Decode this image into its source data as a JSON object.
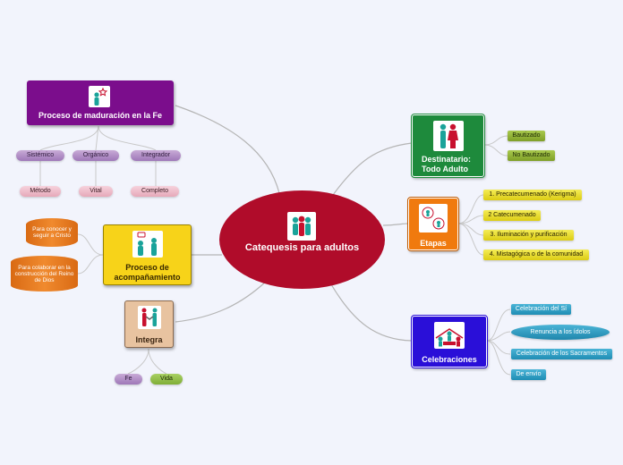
{
  "central": {
    "title": "Catequesis para adultos",
    "icon": "people-group-icon",
    "color": "#b00c2a"
  },
  "maduracion": {
    "title": "Proceso de maduración en la Fe",
    "icon": "person-star-icon",
    "color": "#7b0d8c",
    "items": [
      "Sistémico",
      "Orgánico",
      "Integrador"
    ],
    "subitems": [
      "Método",
      "Vital",
      "Completo"
    ]
  },
  "acompanamiento": {
    "title": "Proceso de acompañamiento",
    "icon": "conversation-icon",
    "color": "#f7d319",
    "items": [
      "Para conocer y seguir a Cristo",
      "Para colaborar en la construcción del Reino de Dios"
    ]
  },
  "integra": {
    "title": "Integra",
    "icon": "handshake-icon",
    "color": "#e8c3a0",
    "items": [
      "Fe",
      "Vida"
    ]
  },
  "destinatario": {
    "title": "Destinatario: Todo Adulto",
    "icon": "couple-icon",
    "color": "#1e8a3c",
    "items": [
      "Bautizado",
      "No Bautizado"
    ]
  },
  "etapas": {
    "title": "Etapas",
    "icon": "stages-icon",
    "color": "#f07a0e",
    "items": [
      "1. Precatecumenado (Kerigma)",
      "2 Catecumenado",
      "3. Iluminación y purificación",
      "4. Mistagógica o de la comunidad"
    ]
  },
  "celebraciones": {
    "title": "Celebraciones",
    "icon": "celebration-icon",
    "color": "#2a0fd8",
    "items": [
      "Celebración del Sí",
      "Renuncia a los ídolos",
      "Celebración de los Sacramentos",
      "De envío"
    ]
  }
}
